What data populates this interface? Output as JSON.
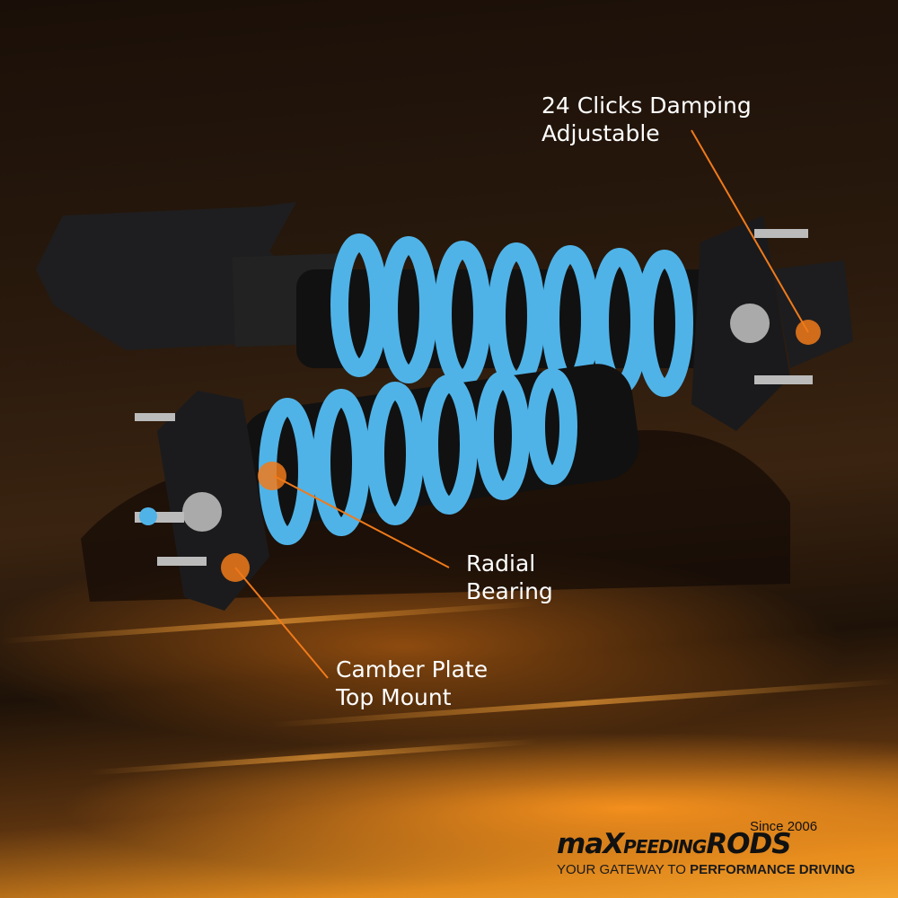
{
  "callouts": {
    "damping": {
      "line1": "24 Clicks Damping",
      "line2": "Adjustable"
    },
    "bearing": {
      "line1": "Radial",
      "line2": "Bearing"
    },
    "camber": {
      "line1": "Camber Plate",
      "line2": "Top Mount"
    }
  },
  "logo": {
    "brand_ma": "maX",
    "brand_peeding": "PEEDING",
    "brand_rods": "RODS",
    "since": "Since 2006",
    "tagline_light": "YOUR GATEWAY TO ",
    "tagline_bold": "PERFORMANCE DRIVING"
  },
  "colors": {
    "accent": "#f07a1a",
    "spring": "#4fb3e8",
    "body": "#1c1c1e"
  }
}
